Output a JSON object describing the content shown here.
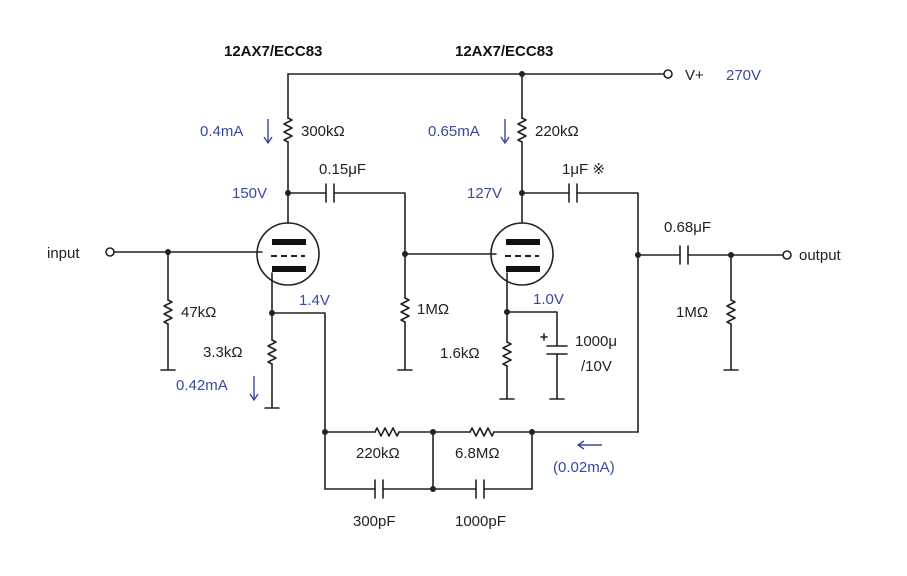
{
  "tubes": {
    "left_type": "12AX7/ECC83",
    "right_type": "12AX7/ECC83"
  },
  "supply": {
    "label": "V+",
    "voltage": "270V"
  },
  "terminals": {
    "input": "input",
    "output": "output"
  },
  "components": {
    "r_plate1": "300kΩ",
    "c_couple1": "0.15μF",
    "r_grid_in": "47kΩ",
    "r_cathode1": "3.3kΩ",
    "r_grid2": "1MΩ",
    "r_plate2": "220kΩ",
    "c_couple2": "1μF ※",
    "r_cathode2": "1.6kΩ",
    "c_bypass_value": "1000μ",
    "c_bypass_voltage": "/10V",
    "c_out": "0.68μF",
    "r_out": "1MΩ",
    "r_fb1": "220kΩ",
    "r_fb2": "6.8MΩ",
    "c_fb1": "300pF",
    "c_fb2": "1000pF"
  },
  "annotations": {
    "i_plate1": "0.4mA",
    "v_plate1": "150V",
    "v_cathode1": "1.4V",
    "i_cathode1": "0.42mA",
    "i_plate2": "0.65mA",
    "v_plate2": "127V",
    "v_cathode2": "1.0V",
    "i_feedback": "(0.02mA)"
  }
}
